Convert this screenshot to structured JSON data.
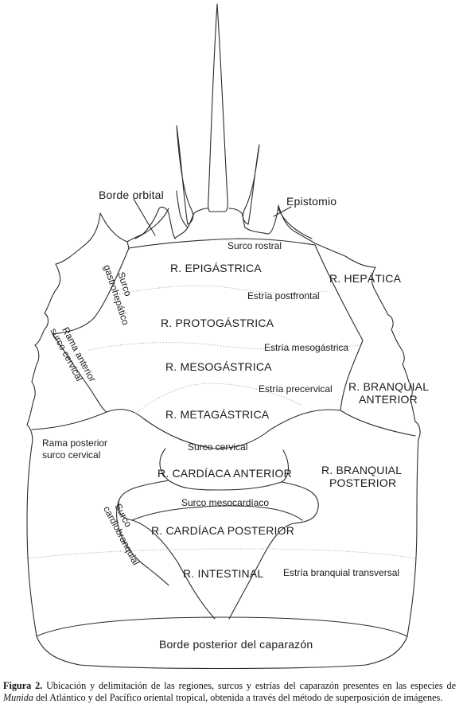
{
  "labels": {
    "borde_orbital": "Borde orbital",
    "epistomio": "Epistomio",
    "surco_rostral": "Surco rostral",
    "r_epigastrica": "R. EPIGÁSTRICA",
    "r_hepatica": "R. HEPÁTICA",
    "surco_gastrohepatico_1": "Surco",
    "surco_gastrohepatico_2": "gastrohepático",
    "estria_postfrontal": "Estría postfrontal",
    "r_protogastrica": "R. PROTOGÁSTRICA",
    "rama_anterior_1": "Rama anterior",
    "rama_anterior_2": "surco cervical",
    "estria_mesogastrica": "Estría mesogástrica",
    "r_mesogastrica": "R. MESOGÁSTRICA",
    "estria_precervical": "Estría precervical",
    "r_branquial_anterior_1": "R. BRANQUIAL",
    "r_branquial_anterior_2": "ANTERIOR",
    "r_metagastrica": "R. METAGÁSTRICA",
    "rama_posterior_1": "Rama posterior",
    "rama_posterior_2": "surco cervical",
    "surco_cervical": "Surco cervical",
    "r_cardiaca_anterior": "R. CARDÍACA ANTERIOR",
    "r_branquial_posterior_1": "R. BRANQUIAL",
    "r_branquial_posterior_2": "POSTERIOR",
    "surco_mesocardiaco": "Surco mesocardíaco",
    "surco_cardiobranquial_1": "Surco",
    "surco_cardiobranquial_2": "cardiobranquial",
    "r_cardiaca_posterior": "R. CARDÍACA POSTERIOR",
    "r_intestinal": "R. INTESTINAL",
    "estria_branquial": "Estría branquial transversal",
    "borde_posterior": "Borde posterior del caparazón"
  },
  "caption": {
    "label": "Figura 2.",
    "text_1": " Ubicación y delimitación de las regiones, surcos y estrías del caparazón presentes en las especies de ",
    "genus": "Munida",
    "text_2": " del Atlántico y del Pacífico oriental tropical, obtenida a través del método de superposición de imágenes."
  }
}
